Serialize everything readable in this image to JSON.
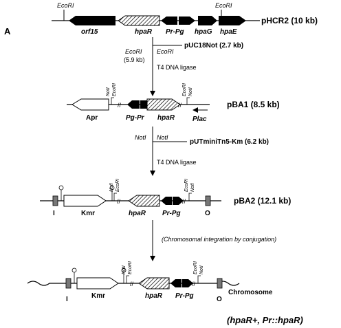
{
  "panel_label": "A",
  "row1": {
    "plasmid": "pHCR2 (10 kb)",
    "ecori_left": "EcoRI",
    "ecori_right": "EcoRI",
    "genes": [
      "orf15",
      "hpaR",
      "Pr-Pg",
      "hpaG",
      "hpaE"
    ]
  },
  "step1": {
    "vector": "pUC18Not (2.7 kb)",
    "fragment_site": "EcoRI",
    "fragment_size": "(5.9 kb)",
    "vector_site": "EcoRI",
    "ligase": "T4 DNA ligase"
  },
  "row2": {
    "plasmid": "pBA1 (8.5 kb)",
    "sites_left": [
      "NotI",
      "EcoRI"
    ],
    "sites_right": [
      "EcoRI",
      "NotI"
    ],
    "apr": "Apr",
    "promoter": "Pg-Pr",
    "gene": "hpaR",
    "plac": "Plac"
  },
  "step2": {
    "site_left": "NotI",
    "site_right": "NotI",
    "vector": "pUTminiTn5-Km (6.2 kb)",
    "ligase": "T4 DNA ligase"
  },
  "row3": {
    "plasmid": "pBA2 (12.1 kb)",
    "sites_left": [
      "NotI",
      "EcoRI"
    ],
    "sites_right": [
      "EcoRI",
      "NotI"
    ],
    "kmr": "Kmr",
    "gene": "hpaR",
    "promoter": "Pr-Pg",
    "end_left": "I",
    "end_right": "O"
  },
  "step3": {
    "note": "(Chromosomal integration by conjugation)"
  },
  "row4": {
    "label": "Chromosome",
    "sites_left": [
      "NotI",
      "EcoRI"
    ],
    "sites_right": [
      "EcoRI",
      "NotI"
    ],
    "kmr": "Kmr",
    "gene": "hpaR",
    "promoter": "Pr-Pg",
    "end_left": "I",
    "end_right": "O"
  },
  "genotype": "(hpaR+, Pr::hpaR)"
}
